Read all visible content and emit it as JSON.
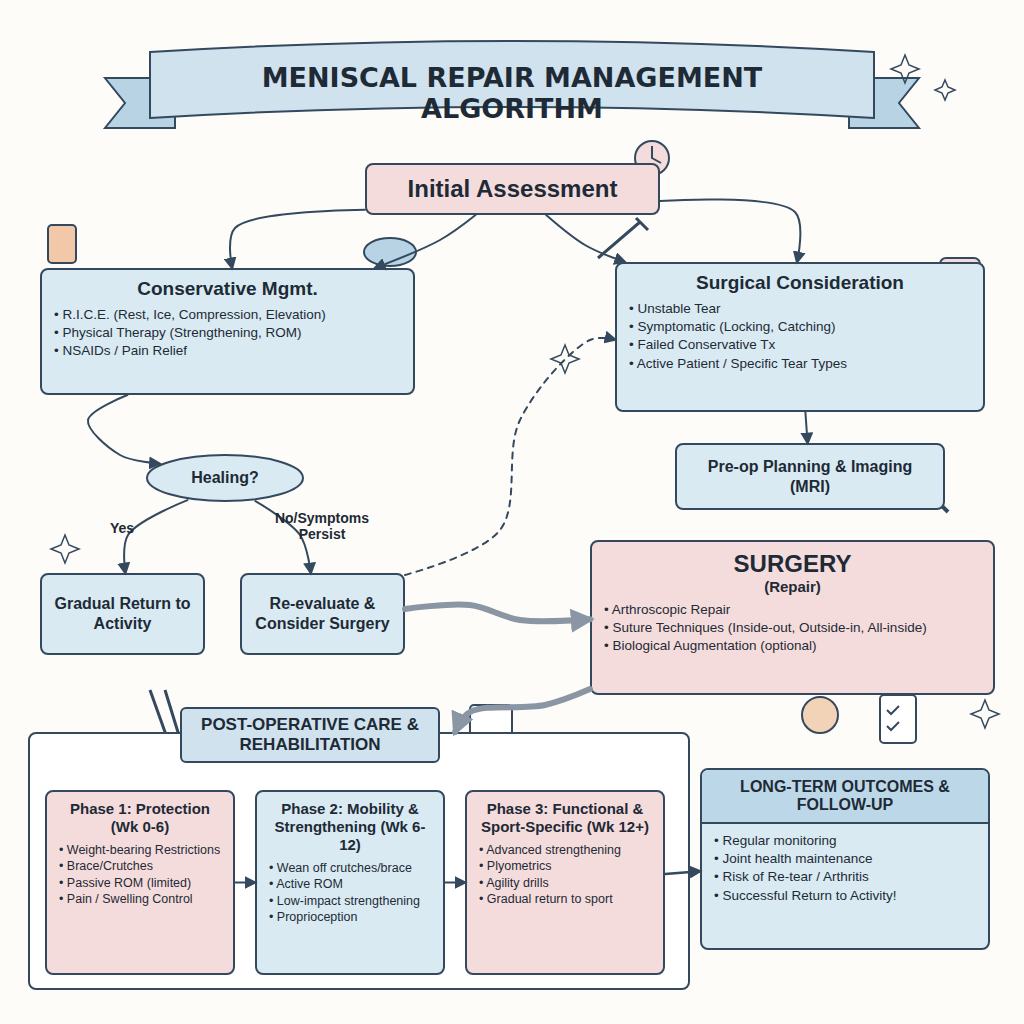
{
  "diagram": {
    "title": "MENISCAL REPAIR MANAGEMENT ALGORITHM",
    "nodes": [
      {
        "text": [
          "Initial Assessment"
        ]
      },
      {
        "text": [
          "Conservative Mgmt.",
          "• R.I.C.E. (Rest, Ice, Compression, Elevation)",
          "• Physical Therapy (Strengthening, ROM)",
          "• NSAIDs / Pain Relief"
        ]
      },
      {
        "text": [
          "Surgical Consideration",
          "• Unstable Tear",
          "• Symptomatic (Locking, Catching)",
          "• Failed Conservative Tx",
          "• Active Patient / Specific Tear Types"
        ]
      },
      {
        "text": [
          "Healing?"
        ]
      },
      {
        "text": [
          "Gradual Return to Activity"
        ]
      },
      {
        "text": [
          "Re-evaluate & Consider Surgery"
        ]
      },
      {
        "text": [
          "Pre-op Planning & Imaging (MRI)"
        ]
      },
      {
        "text": [
          "SURGERY",
          "(Repair)",
          "• Arthroscopic Repair",
          "• Suture Techniques (Inside-out, Outside-in, All-inside)",
          "• Biological Augmentation (optional)"
        ]
      },
      {
        "text": [
          "POST-OPERATIVE CARE & REHABILITATION"
        ]
      },
      {
        "text": [
          "Phase 1: Protection (Wk 0-6)",
          "• Weight-bearing Restrictions",
          "• Brace/Crutches",
          "• Passive ROM (limited)",
          "• Pain / Swelling Control"
        ],
        "in": 8
      },
      {
        "text": [
          "Phase 2: Mobility & Strengthening (Wk 6-12)",
          "• Wean off crutches/brace",
          "• Active ROM",
          "• Low-impact strengthening",
          "• Proprioception"
        ],
        "in": 8
      },
      {
        "text": [
          "Phase 3: Functional & Sport-Specific (Wk 12+)",
          "• Advanced strengthening",
          "• Plyometrics",
          "• Agility drills",
          "• Gradual return to sport"
        ],
        "in": 8
      },
      {
        "text": [
          "LONG-TERM OUTCOMES & FOLLOW-UP",
          "• Regular monitoring",
          "• Joint health maintenance",
          "• Risk of Re-tear / Arthritis",
          "• Successful Return to Activity!"
        ]
      }
    ],
    "edges": [
      {
        "from": 0,
        "to": 1,
        "arrow": "to"
      },
      {
        "from": 0,
        "to": 1,
        "arrow": "to"
      },
      {
        "from": 0,
        "to": 2,
        "arrow": "to"
      },
      {
        "from": 0,
        "to": 2,
        "arrow": "to"
      },
      {
        "from": 1,
        "to": 3,
        "arrow": "to"
      },
      {
        "from": 3,
        "to": 4,
        "label": "Yes",
        "arrow": "to"
      },
      {
        "from": 3,
        "to": 5,
        "label": "No/Symptoms Persist",
        "arrow": "to"
      },
      {
        "from": 5,
        "to": 7,
        "arrow": "to"
      },
      {
        "from": 5,
        "to": 2,
        "arrow": "to"
      },
      {
        "from": 2,
        "to": 6,
        "arrow": "to"
      },
      {
        "from": 7,
        "to": 8,
        "arrow": "to"
      },
      {
        "from": 9,
        "to": 10,
        "arrow": "to"
      },
      {
        "from": 10,
        "to": 11,
        "arrow": "to"
      },
      {
        "from": 11,
        "to": 12,
        "arrow": "to"
      }
    ]
  }
}
